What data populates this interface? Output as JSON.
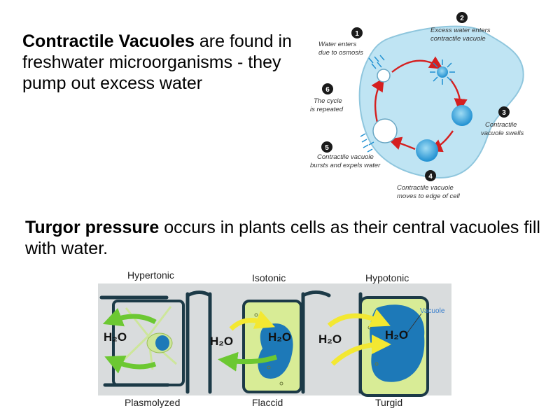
{
  "paragraphs": {
    "p1": {
      "bold": "Contractile Vacuoles",
      "rest": " are found in freshwater microorganisms - they pump out excess water"
    },
    "p2": {
      "bold": "Turgor pressure",
      "rest": " occurs in plants cells as their central vacuoles fill with water."
    }
  },
  "cycle_diagram": {
    "steps": [
      {
        "num": "1",
        "line1": "Water enters",
        "line2": "due to osmosis"
      },
      {
        "num": "2",
        "line1": "Excess water enters",
        "line2": "contractile vacuole"
      },
      {
        "num": "3",
        "line1": "Contractile",
        "line2": "vacuole swells"
      },
      {
        "num": "4",
        "line1": "Contractile vacuole",
        "line2": "moves to edge of cell"
      },
      {
        "num": "5",
        "line1": "Contractile vacuole",
        "line2": "bursts and expels water"
      },
      {
        "num": "6",
        "line1": "The cycle",
        "line2": "is repeated"
      }
    ]
  },
  "plant_diagram": {
    "headers": [
      "Hypertonic",
      "Isotonic",
      "Hypotonic"
    ],
    "captions": [
      "Plasmolyzed",
      "Flaccid",
      "Turgid"
    ],
    "h2o_label": "H₂O",
    "vacuole_label": "Vacuole"
  },
  "colors": {
    "cell_wall": "#1c3a47",
    "cytoplasm": "#d8ec96",
    "vacuole": "#1d79b8",
    "arrow": "#6cc832",
    "arrow_yellow": "#f3e832",
    "cycle_arrow": "#d51f1f",
    "organism": "#bfe4f3"
  }
}
